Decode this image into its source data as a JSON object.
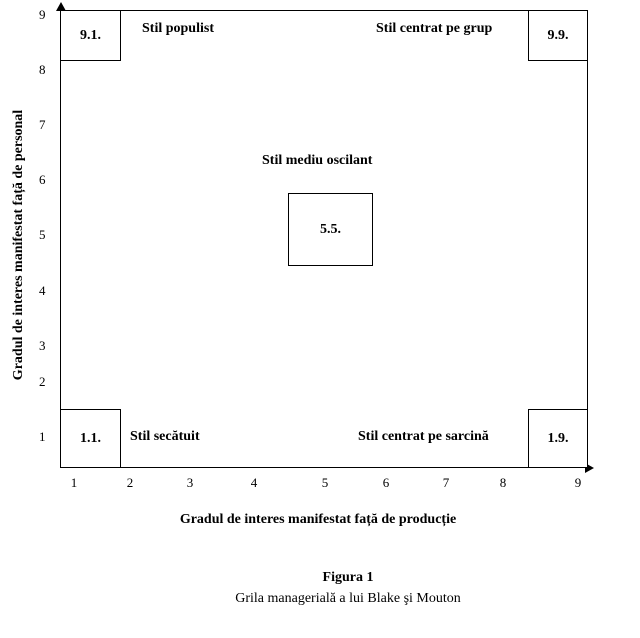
{
  "axes": {
    "y_label": "Gradul de interes manifestat față de personal",
    "x_label": "Gradul de interes manifestat față de producție",
    "y_ticks": [
      "1",
      "2",
      "3",
      "4",
      "5",
      "6",
      "7",
      "8",
      "9"
    ],
    "x_ticks": [
      "1",
      "2",
      "3",
      "4",
      "5",
      "6",
      "7",
      "8",
      "9"
    ]
  },
  "styles": {
    "top_left": {
      "code": "9.1.",
      "name": "Stil populist"
    },
    "top_right": {
      "code": "9.9.",
      "name": "Stil centrat pe grup"
    },
    "center": {
      "code": "5.5.",
      "name": "Stil mediu oscilant"
    },
    "bottom_left": {
      "code": "1.1.",
      "name": "Stil secătuit"
    },
    "bottom_right": {
      "code": "1.9.",
      "name": "Stil centrat pe sarcină"
    }
  },
  "figure": {
    "number": "Figura 1",
    "caption": "Grila managerială a lui Blake şi Mouton"
  }
}
